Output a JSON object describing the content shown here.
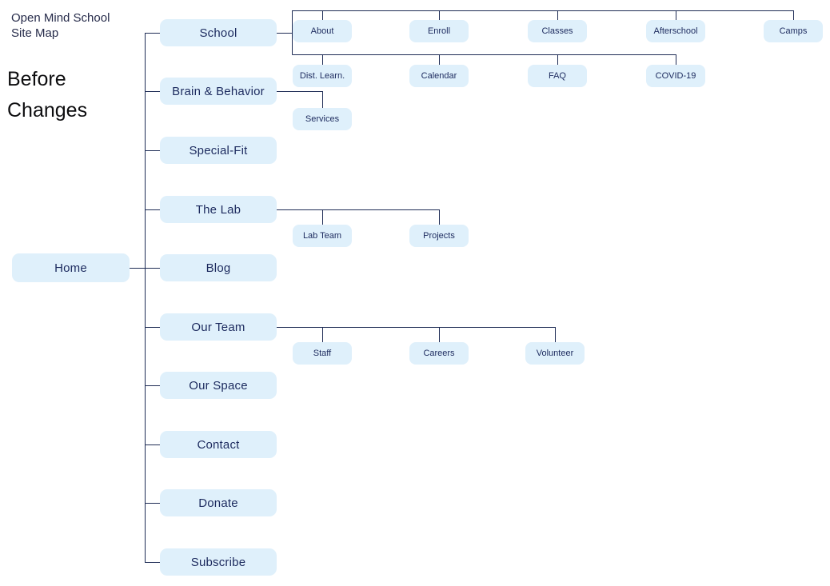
{
  "title": {
    "line1": "Open Mind School",
    "line2": "Site Map"
  },
  "annotation": {
    "line1": "Before",
    "line2": "Changes"
  },
  "colors": {
    "node_fill": "#dff0fb",
    "node_text": "#1c2a5e",
    "connector": "#1e2c55",
    "title_text": "#262b4a",
    "annotation_text": "#0e0e10",
    "page_bg": "#ffffff"
  },
  "nodes": {
    "home": "Home",
    "school": "School",
    "brain_behavior": "Brain & Behavior",
    "special_fit": "Special-Fit",
    "the_lab": "The Lab",
    "blog": "Blog",
    "our_team": "Our Team",
    "our_space": "Our Space",
    "contact": "Contact",
    "donate": "Donate",
    "subscribe": "Subscribe",
    "about": "About",
    "enroll": "Enroll",
    "classes": "Classes",
    "afterschool": "Afterschool",
    "camps": "Camps",
    "dist_learn": "Dist. Learn.",
    "calendar": "Calendar",
    "faq": "FAQ",
    "covid19": "COVID-19",
    "services": "Services",
    "lab_team": "Lab Team",
    "projects": "Projects",
    "staff": "Staff",
    "careers": "Careers",
    "volunteer": "Volunteer"
  },
  "sitemap_tree": {
    "Home": {
      "School": {
        "row1": [
          "About",
          "Enroll",
          "Classes",
          "Afterschool",
          "Camps"
        ],
        "row2": [
          "Dist. Learn.",
          "Calendar",
          "FAQ",
          "COVID-19"
        ]
      },
      "Brain & Behavior": [
        "Services"
      ],
      "Special-Fit": [],
      "The Lab": [
        "Lab Team",
        "Projects"
      ],
      "Blog": [],
      "Our Team": [
        "Staff",
        "Careers",
        "Volunteer"
      ],
      "Our Space": [],
      "Contact": [],
      "Donate": [],
      "Subscribe": []
    }
  }
}
